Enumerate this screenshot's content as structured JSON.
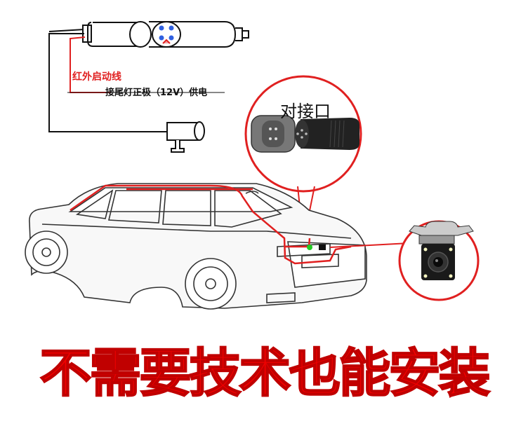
{
  "labels": {
    "infrared_wire": "红外启动线",
    "power_note": "接尾灯正极（12V）供电",
    "connector": "对接口"
  },
  "slogan": "不需要技术也能安装",
  "colors": {
    "wire_red": "#e02020",
    "slogan_red": "#f00000",
    "line_black": "#111111",
    "indicator_green": "#22cc22"
  },
  "icons": [
    "cable-plug-icon",
    "camera-housing-icon",
    "connector-closeup-icon",
    "rear-camera-icon",
    "car-illustration-icon"
  ]
}
